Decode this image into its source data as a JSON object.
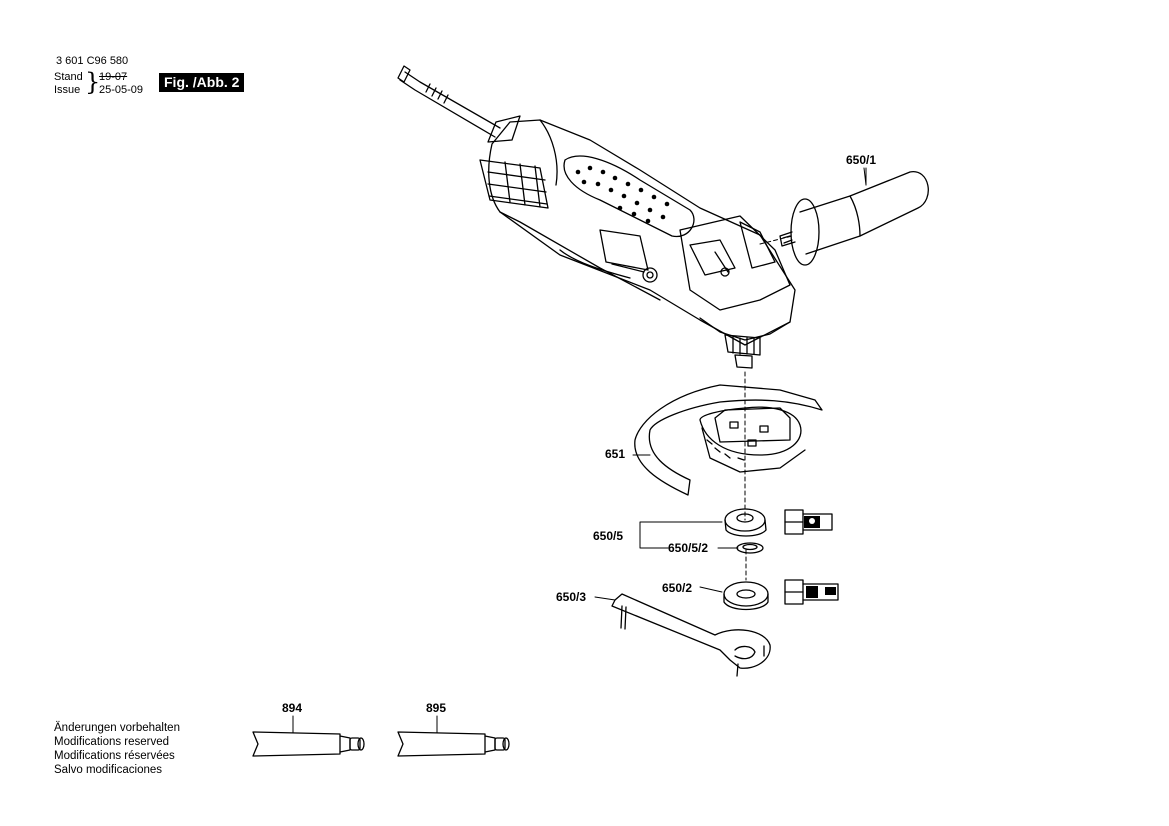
{
  "header": {
    "doc_number": "3 601 C96 580",
    "stand_label": "Stand",
    "issue_label": "Issue",
    "old_date": "19-07",
    "issue_date": "25-05-09",
    "figure_label": "Fig. /Abb. 2"
  },
  "parts": {
    "p650_1": "650/1",
    "p651": "651",
    "p650_5": "650/5",
    "p650_5_2": "650/5/2",
    "p650_2": "650/2",
    "p650_3": "650/3",
    "p894": "894",
    "p895": "895"
  },
  "notes": [
    "Änderungen vorbehalten",
    "Modifications reserved",
    "Modifications réservées",
    "Salvo modificaciones"
  ]
}
